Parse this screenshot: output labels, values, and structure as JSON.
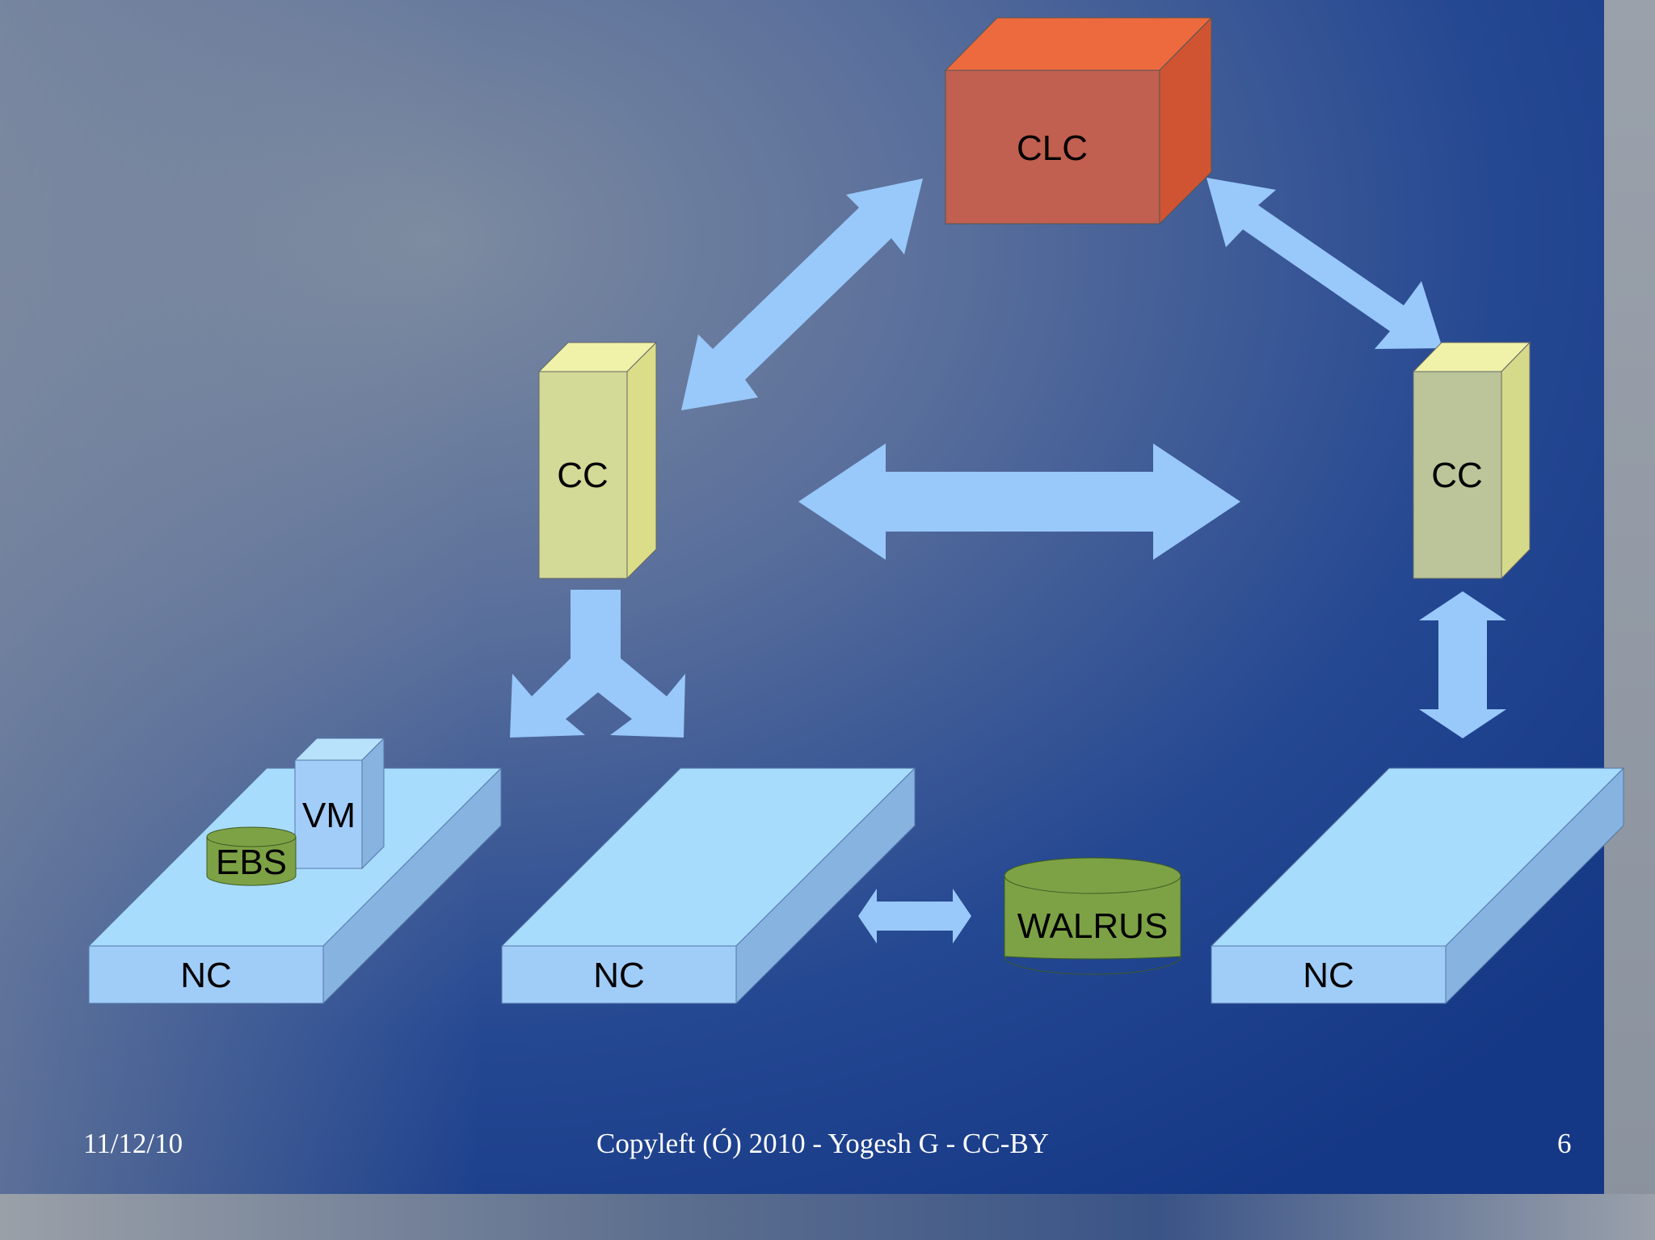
{
  "diagram": {
    "nodes": {
      "clc": "CLC",
      "cc_left": "CC",
      "cc_right": "CC",
      "nc_1": "NC",
      "nc_2": "NC",
      "nc_3": "NC",
      "vm": "VM",
      "ebs": "EBS",
      "walrus": "WALRUS"
    }
  },
  "footer": {
    "date": "11/12/10",
    "copyright": "Copyleft (Ó) 2010 - Yogesh G - CC-BY",
    "page_number": "6"
  },
  "colors": {
    "background_dark": "#113a8a",
    "background_light": "#8a95a3",
    "arrow": "#99c8fb",
    "clc_box": "#c05f50",
    "cc_box": "#d3d996",
    "nc_box": "#a6dcfd",
    "storage": "#7da246"
  }
}
